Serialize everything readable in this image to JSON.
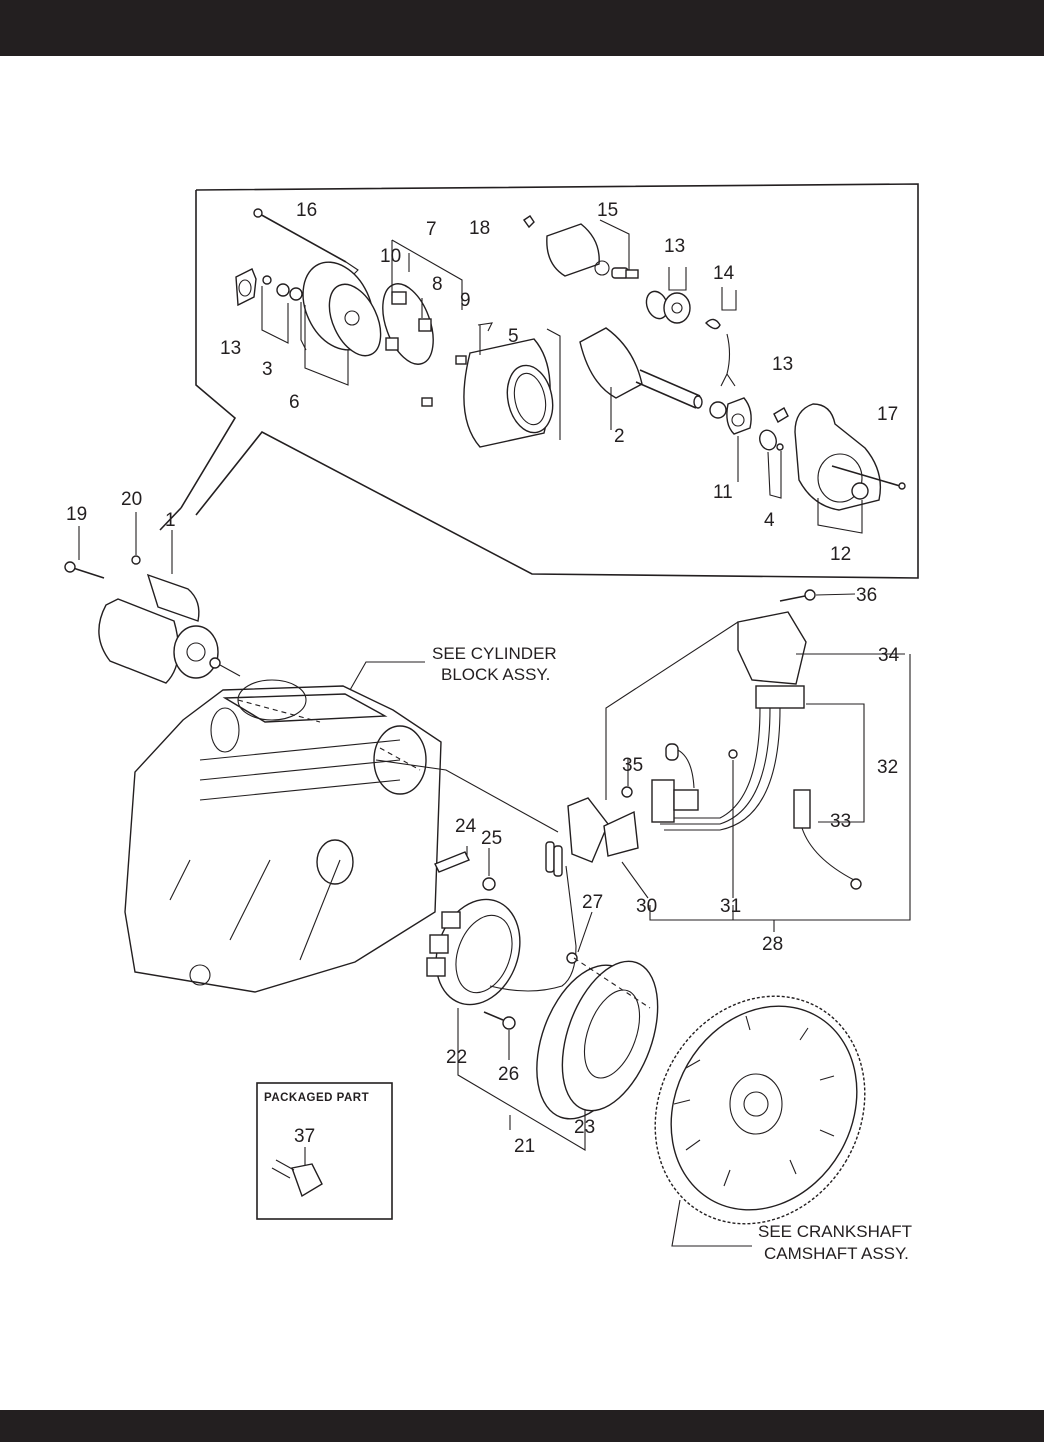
{
  "page": {
    "header_bar_color": "#231f20",
    "footer_bar_color": "#231f20",
    "line_color": "#231f20"
  },
  "diagram": {
    "callouts": {
      "c1": "1",
      "c2": "2",
      "c3": "3",
      "c4": "4",
      "c5": "5",
      "c6": "6",
      "c7": "7",
      "c8": "8",
      "c9": "9",
      "c10": "10",
      "c11": "11",
      "c12": "12",
      "c13a": "13",
      "c13b": "13",
      "c13c": "13",
      "c14": "14",
      "c15": "15",
      "c16": "16",
      "c17": "17",
      "c18": "18",
      "c19": "19",
      "c20": "20",
      "c21": "21",
      "c22": "22",
      "c23": "23",
      "c24": "24",
      "c25": "25",
      "c26": "26",
      "c27": "27",
      "c28": "28",
      "c30": "30",
      "c31": "31",
      "c32": "32",
      "c33": "33",
      "c34": "34",
      "c35": "35",
      "c36": "36",
      "c37": "37"
    },
    "notes": {
      "cylinder_line1": "SEE CYLINDER",
      "cylinder_line2": "BLOCK ASSY.",
      "crankshaft_line1": "SEE CRANKSHAFT",
      "crankshaft_line2": "CAMSHAFT ASSY."
    },
    "packaged_part": {
      "title": "PACKAGED PART",
      "number": "37"
    }
  }
}
